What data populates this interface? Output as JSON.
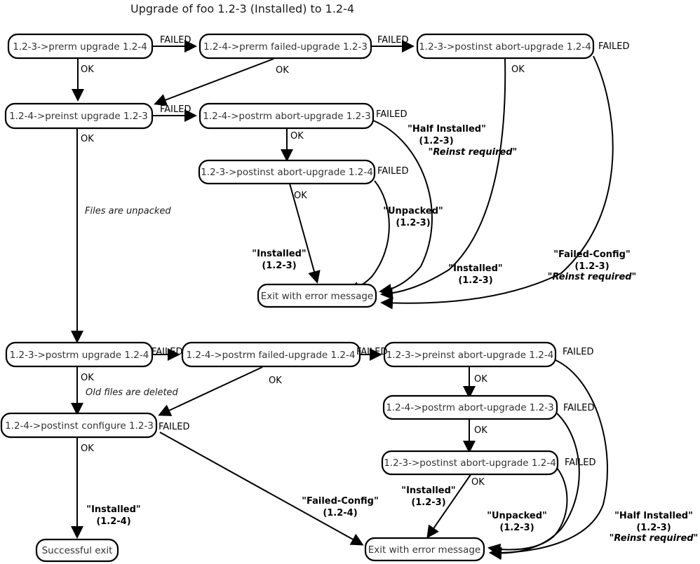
{
  "title": "Upgrade of foo 1.2-3 (Installed) to 1.2-4",
  "nodes": {
    "prerm_upgrade": "1.2-3->prerm upgrade 1.2-4",
    "prerm_failed_upgrade": "1.2-4->prerm failed-upgrade 1.2-3",
    "postinst_abort_upgrade_top": "1.2-3->postinst abort-upgrade 1.2-4",
    "preinst_upgrade": "1.2-4->preinst upgrade 1.2-3",
    "postrm_abort_upgrade_mid": "1.2-4->postrm abort-upgrade 1.2-3",
    "postinst_abort_upgrade_mid": "1.2-3->postinst abort-upgrade 1.2-4",
    "exit_error_top": "Exit with error message",
    "postrm_upgrade": "1.2-3->postrm upgrade 1.2-4",
    "postrm_failed_upgrade": "1.2-4->postrm failed-upgrade 1.2-4",
    "preinst_abort_upgrade": "1.2-3->preinst abort-upgrade 1.2-4",
    "postinst_configure": "1.2-4->postinst configure 1.2-3",
    "postrm_abort_upgrade_bot": "1.2-4->postrm abort-upgrade 1.2-3",
    "postinst_abort_upgrade_bot": "1.2-3->postinst abort-upgrade 1.2-4",
    "exit_error_bottom": "Exit with error message",
    "successful_exit": "Successful exit"
  },
  "edge_labels": {
    "failed": "FAILED",
    "ok": "OK"
  },
  "notes": {
    "files_unpacked": "Files are unpacked",
    "old_files_deleted": "Old files are deleted"
  },
  "state_labels": {
    "half_installed_name": "\"Half Installed\"",
    "half_installed_ver": "(1.2-3)",
    "reinst_required": "\"Reinst required\"",
    "unpacked_name": "\"Unpacked\"",
    "unpacked_ver": "(1.2-3)",
    "installed_name": "\"Installed\"",
    "installed_ver_123": "(1.2-3)",
    "installed_ver_124": "(1.2-4)",
    "failed_config_name": "\"Failed-Config\"",
    "failed_config_ver_123": "(1.2-3)",
    "failed_config_ver_124": "(1.2-4)"
  },
  "colors": {
    "background": "#ffffff",
    "stroke": "#000000",
    "node_text": "#333333",
    "title_text": "#1a1a1a"
  }
}
